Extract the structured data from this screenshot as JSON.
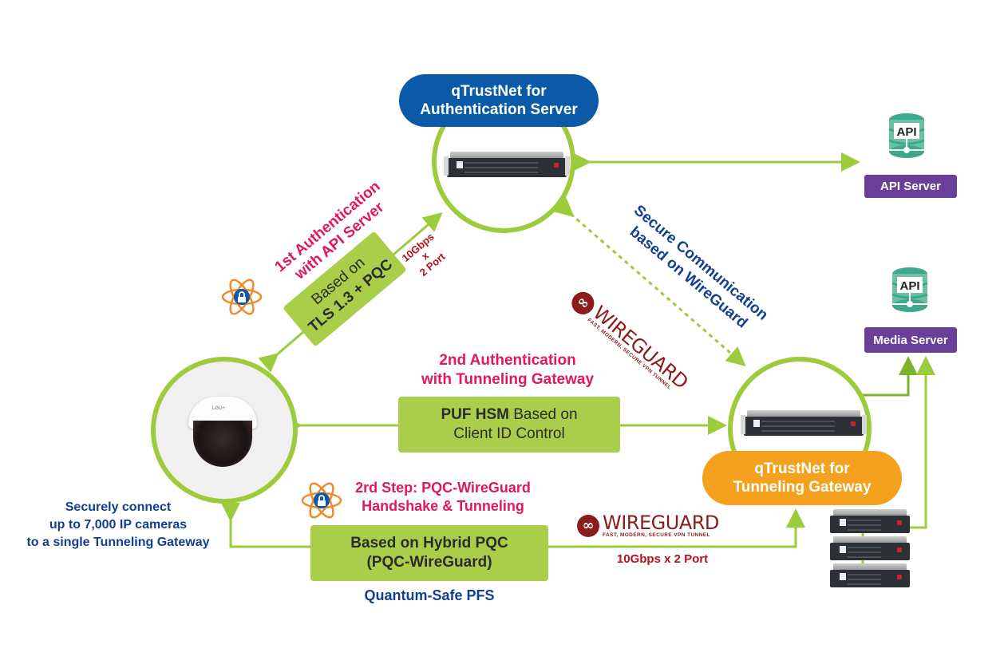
{
  "nodes": {
    "auth_server": {
      "title_line1": "qTrustNet for",
      "title_line2": "Authentication Server"
    },
    "tunnel_gateway": {
      "title_line1": "qTrustNet for",
      "title_line2": "Tunneling Gateway"
    },
    "api_server": {
      "icon_label": "API",
      "tag": "API Server"
    },
    "media_server": {
      "icon_label": "API",
      "tag": "Media Server"
    },
    "camera": {
      "brand": "LGU+"
    }
  },
  "first_auth": {
    "heading_line1": "1st Authentication",
    "heading_line2": "with API Server",
    "box_line1": "Based on",
    "box_line2": "TLS 1.3 + PQC",
    "speed_line1": "10Gbps",
    "speed_line2": "x",
    "speed_line3": "2 Port"
  },
  "secure_comm": {
    "line1": "Secure Communication",
    "line2": "based on WireGuard"
  },
  "wireguard_logo": {
    "wordmark": "WIREGUARD",
    "tagline": "FAST, MODERN, SECURE VPN TUNNEL",
    "registered": "®"
  },
  "second_auth": {
    "heading_line1": "2nd Authentication",
    "heading_line2": "with Tunneling Gateway",
    "box_bold": "PUF HSM",
    "box_rest": " Based on",
    "box_line2": "Client ID Control"
  },
  "step_pqc": {
    "heading_line1": "2rd Step: PQC-WireGuard",
    "heading_line2": "Handshake & Tunneling",
    "box_prefix": "Based on ",
    "box_bold": "Hybrid PQC",
    "box_line2": "(PQC-WireGuard)",
    "footer": "Quantum-Safe PFS",
    "speed": "10Gbps x 2 Port"
  },
  "camera_note": {
    "line1": "Securely connect",
    "line2": "up to 7,000 IP cameras",
    "line3": "to a single Tunneling Gateway"
  },
  "colors": {
    "green": "#9ccb3b",
    "box_green": "#a9cf4a",
    "blue": "#0b5aa8",
    "orange": "#f4a11d",
    "pink": "#e0195e",
    "navy": "#123f8f",
    "purple": "#6a3f9a",
    "wireguard_red": "#8a1c1c"
  }
}
